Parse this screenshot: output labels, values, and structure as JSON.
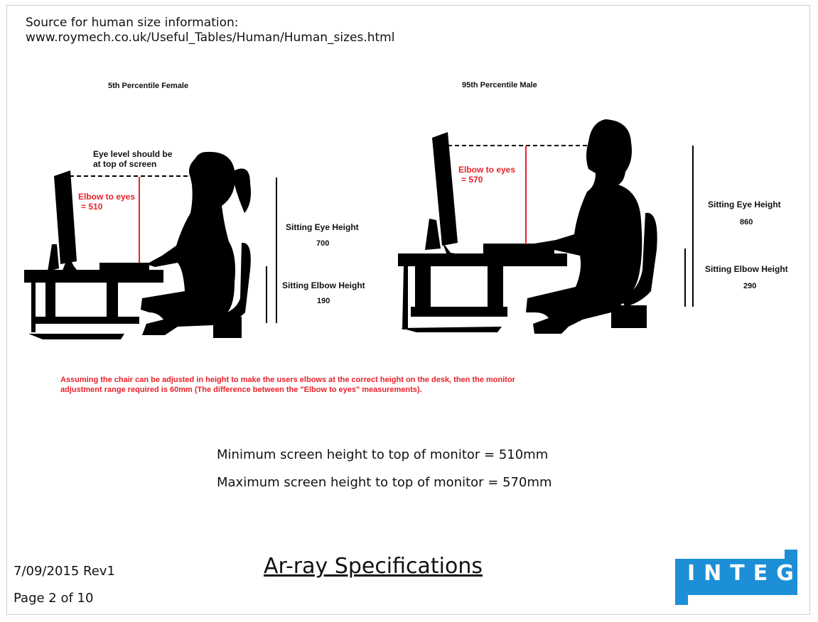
{
  "source": {
    "line1": "Source for human size information:",
    "line2": "www.roymech.co.uk/Useful_Tables/Human/Human_sizes.html"
  },
  "female": {
    "title": "5th Percentile Female",
    "eye_level_note_1": "Eye level should be",
    "eye_level_note_2": "at top of screen",
    "elbow_to_eyes_label": "Elbow to eyes",
    "elbow_to_eyes_value": "= 510",
    "sitting_eye_height_label": "Sitting Eye Height",
    "sitting_eye_height_value": "700",
    "sitting_elbow_height_label": "Sitting Elbow Height",
    "sitting_elbow_height_value": "190"
  },
  "male": {
    "title": "95th Percentile Male",
    "elbow_to_eyes_label": "Elbow to eyes",
    "elbow_to_eyes_value": "= 570",
    "sitting_eye_height_label": "Sitting Eye Height",
    "sitting_eye_height_value": "860",
    "sitting_elbow_height_label": "Sitting Elbow Height",
    "sitting_elbow_height_value": "290"
  },
  "note": "Assuming the chair can be adjusted in height to make the users elbows at the correct height on the desk, then the monitor adjustment range required is 60mm (The difference between the \"Elbow to eyes\" measurements).",
  "min_statement": "Minimum screen height to top of monitor = 510mm",
  "max_statement": "Maximum screen height to top of monitor = 570mm",
  "footer": {
    "date_rev": "7/09/2015 Rev1",
    "page": "Page 2 of 10",
    "doc_title": "Ar-ray Specifications",
    "logo_text": "INTEG"
  },
  "colors": {
    "accent_red": "#e8202a",
    "logo_blue": "#1c8fd6",
    "silhouette": "#000000"
  }
}
